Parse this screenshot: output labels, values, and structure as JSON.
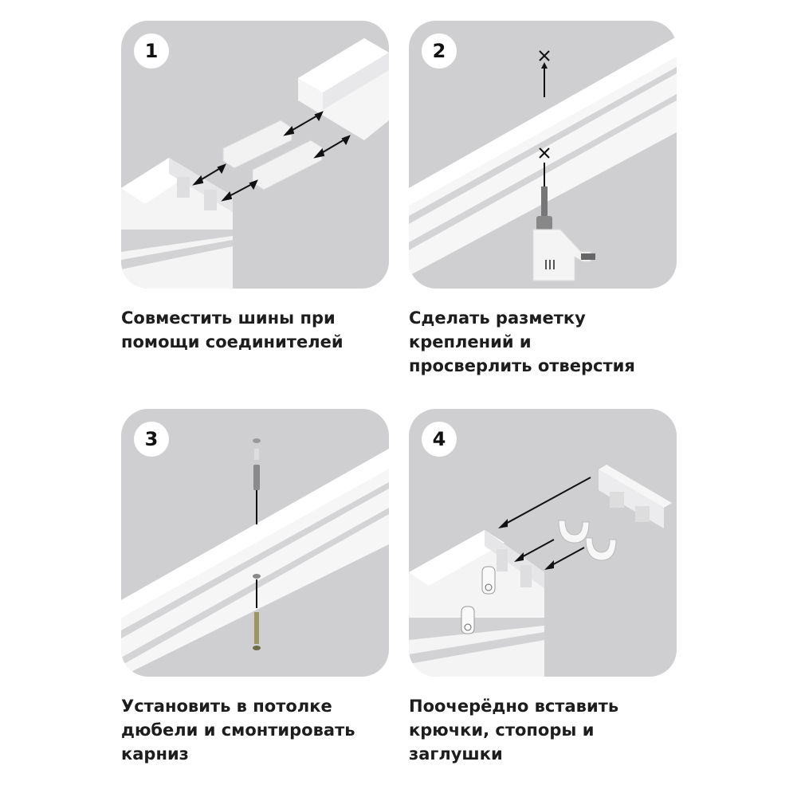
{
  "steps": [
    {
      "number": "1",
      "caption": [
        "Совместить шины при",
        "помощи соединителей"
      ]
    },
    {
      "number": "2",
      "caption": [
        "Сделать разметку",
        "креплений и",
        "просверлить отверстия"
      ]
    },
    {
      "number": "3",
      "caption": [
        "Установить в потолке",
        "дюбели и смонтировать",
        "карниз"
      ]
    },
    {
      "number": "4",
      "caption": [
        "Поочерёдно вставить",
        "крючки, стопоры и",
        "заглушки"
      ]
    }
  ],
  "colors": {
    "panel_bg": "#cfcfd1",
    "rail": "#f7f7f7",
    "rail_shadow": "#bdbdbf",
    "arrow": "#111111"
  }
}
